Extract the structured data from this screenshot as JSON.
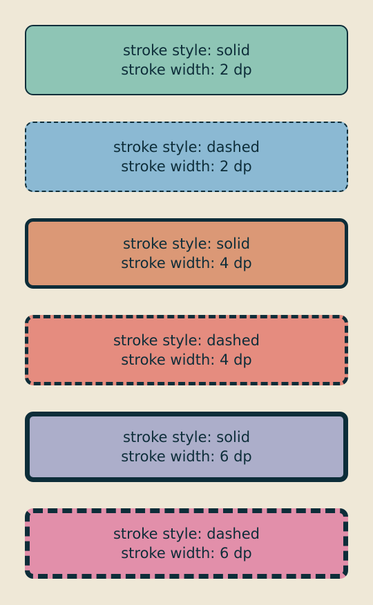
{
  "cards": [
    {
      "line1": "stroke style: solid",
      "line2": "stroke width: 2 dp",
      "fill": "#8EC5B5"
    },
    {
      "line1": "stroke style: dashed",
      "line2": "stroke width: 2 dp",
      "fill": "#8BB9D3"
    },
    {
      "line1": "stroke style: solid",
      "line2": "stroke width: 4 dp",
      "fill": "#DB9876"
    },
    {
      "line1": "stroke style: dashed",
      "line2": "stroke width: 4 dp",
      "fill": "#E58C7F"
    },
    {
      "line1": "stroke style: solid",
      "line2": "stroke width: 6 dp",
      "fill": "#ACAECA"
    },
    {
      "line1": "stroke style: dashed",
      "line2": "stroke width: 6 dp",
      "fill": "#E28FAA"
    }
  ],
  "colors": {
    "background": "#EFE8D7",
    "stroke": "#0D2D39",
    "text": "#0D2D39"
  }
}
